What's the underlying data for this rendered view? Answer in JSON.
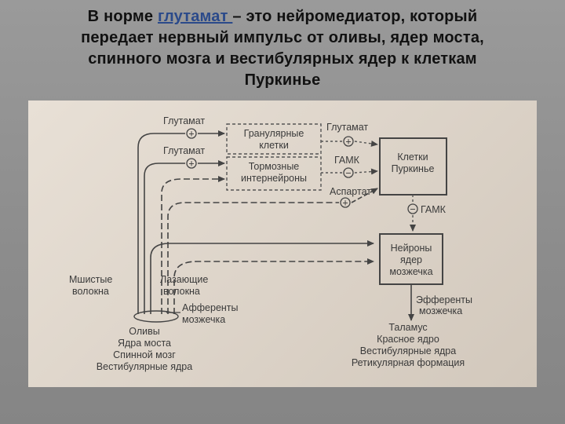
{
  "slide": {
    "title_line1_pre": "В норме ",
    "title_highlight": "глутамат ",
    "title_line1_post": "– это нейромедиатор, который",
    "title_line2": "передает нервный импульс от оливы, ядер моста,",
    "title_line3": "спинного мозга и вестибулярных ядер к клеткам",
    "title_line4": "Пуркинье"
  },
  "diagram": {
    "boxes": {
      "granular_line1": "Гранулярные",
      "granular_line2": "клетки",
      "inhib_line1": "Тормозные",
      "inhib_line2": "интернейроны",
      "purkinje_line1": "Клетки",
      "purkinje_line2": "Пуркинье",
      "nuclei_line1": "Нейроны",
      "nuclei_line2": "ядер",
      "nuclei_line3": "мозжечка"
    },
    "labels": {
      "glutamate_1": "Глутамат",
      "glutamate_2": "Глутамат",
      "glutamate_3": "Глутамат",
      "gaba_1": "ГАМК",
      "aspartate": "Аспартат",
      "gaba_2": "ГАМК",
      "mossy_line1": "Мшистые",
      "mossy_line2": "волокна",
      "climbing_line1": "Лазающие",
      "climbing_line2": "волокна",
      "afferent_line1": "Афференты",
      "afferent_line2": "мозжечка",
      "efferent_line1": "Эфференты",
      "efferent_line2": "мозжечка"
    },
    "sources": {
      "olive": "Оливы",
      "pons": "Ядра моста",
      "spinal": "Спинной мозг",
      "vestibular": "Вестибулярные ядра"
    },
    "targets": {
      "thalamus": "Таламус",
      "red_nucleus": "Красное ядро",
      "vestibular": "Вестибулярные ядра",
      "reticular": "Ретикулярная формация"
    },
    "signs": {
      "plus": "+",
      "minus": "−"
    }
  }
}
